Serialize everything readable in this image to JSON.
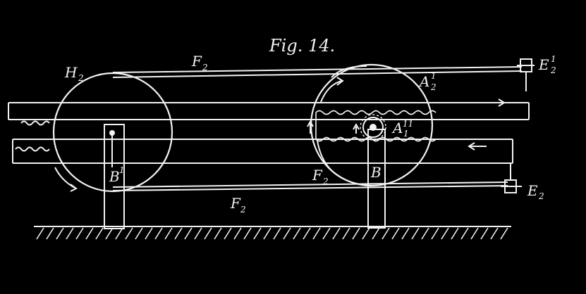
{
  "figure": {
    "title": "Fig. 14.",
    "colors": {
      "background": "#000000",
      "ink": "#f2f2f2"
    },
    "labels": {
      "left_wheel": {
        "main": "H",
        "sub": "2"
      },
      "belt_top": {
        "main": "F",
        "sub": "2"
      },
      "belt_bottom": {
        "main": "F",
        "sub": "2"
      },
      "belt_inner": {
        "main": "F",
        "sub": "2"
      },
      "gear_upper": {
        "main": "A",
        "sub": "2",
        "sup": "1"
      },
      "pinion": {
        "main": "A",
        "sub": "1",
        "sup": "11"
      },
      "left_support": {
        "main": "B",
        "sup": "1"
      },
      "right_support": {
        "main": "B"
      },
      "anchor_top": {
        "main": "E",
        "sub": "2",
        "sup": "1"
      },
      "anchor_bottom": {
        "main": "E",
        "sub": "2"
      }
    }
  }
}
